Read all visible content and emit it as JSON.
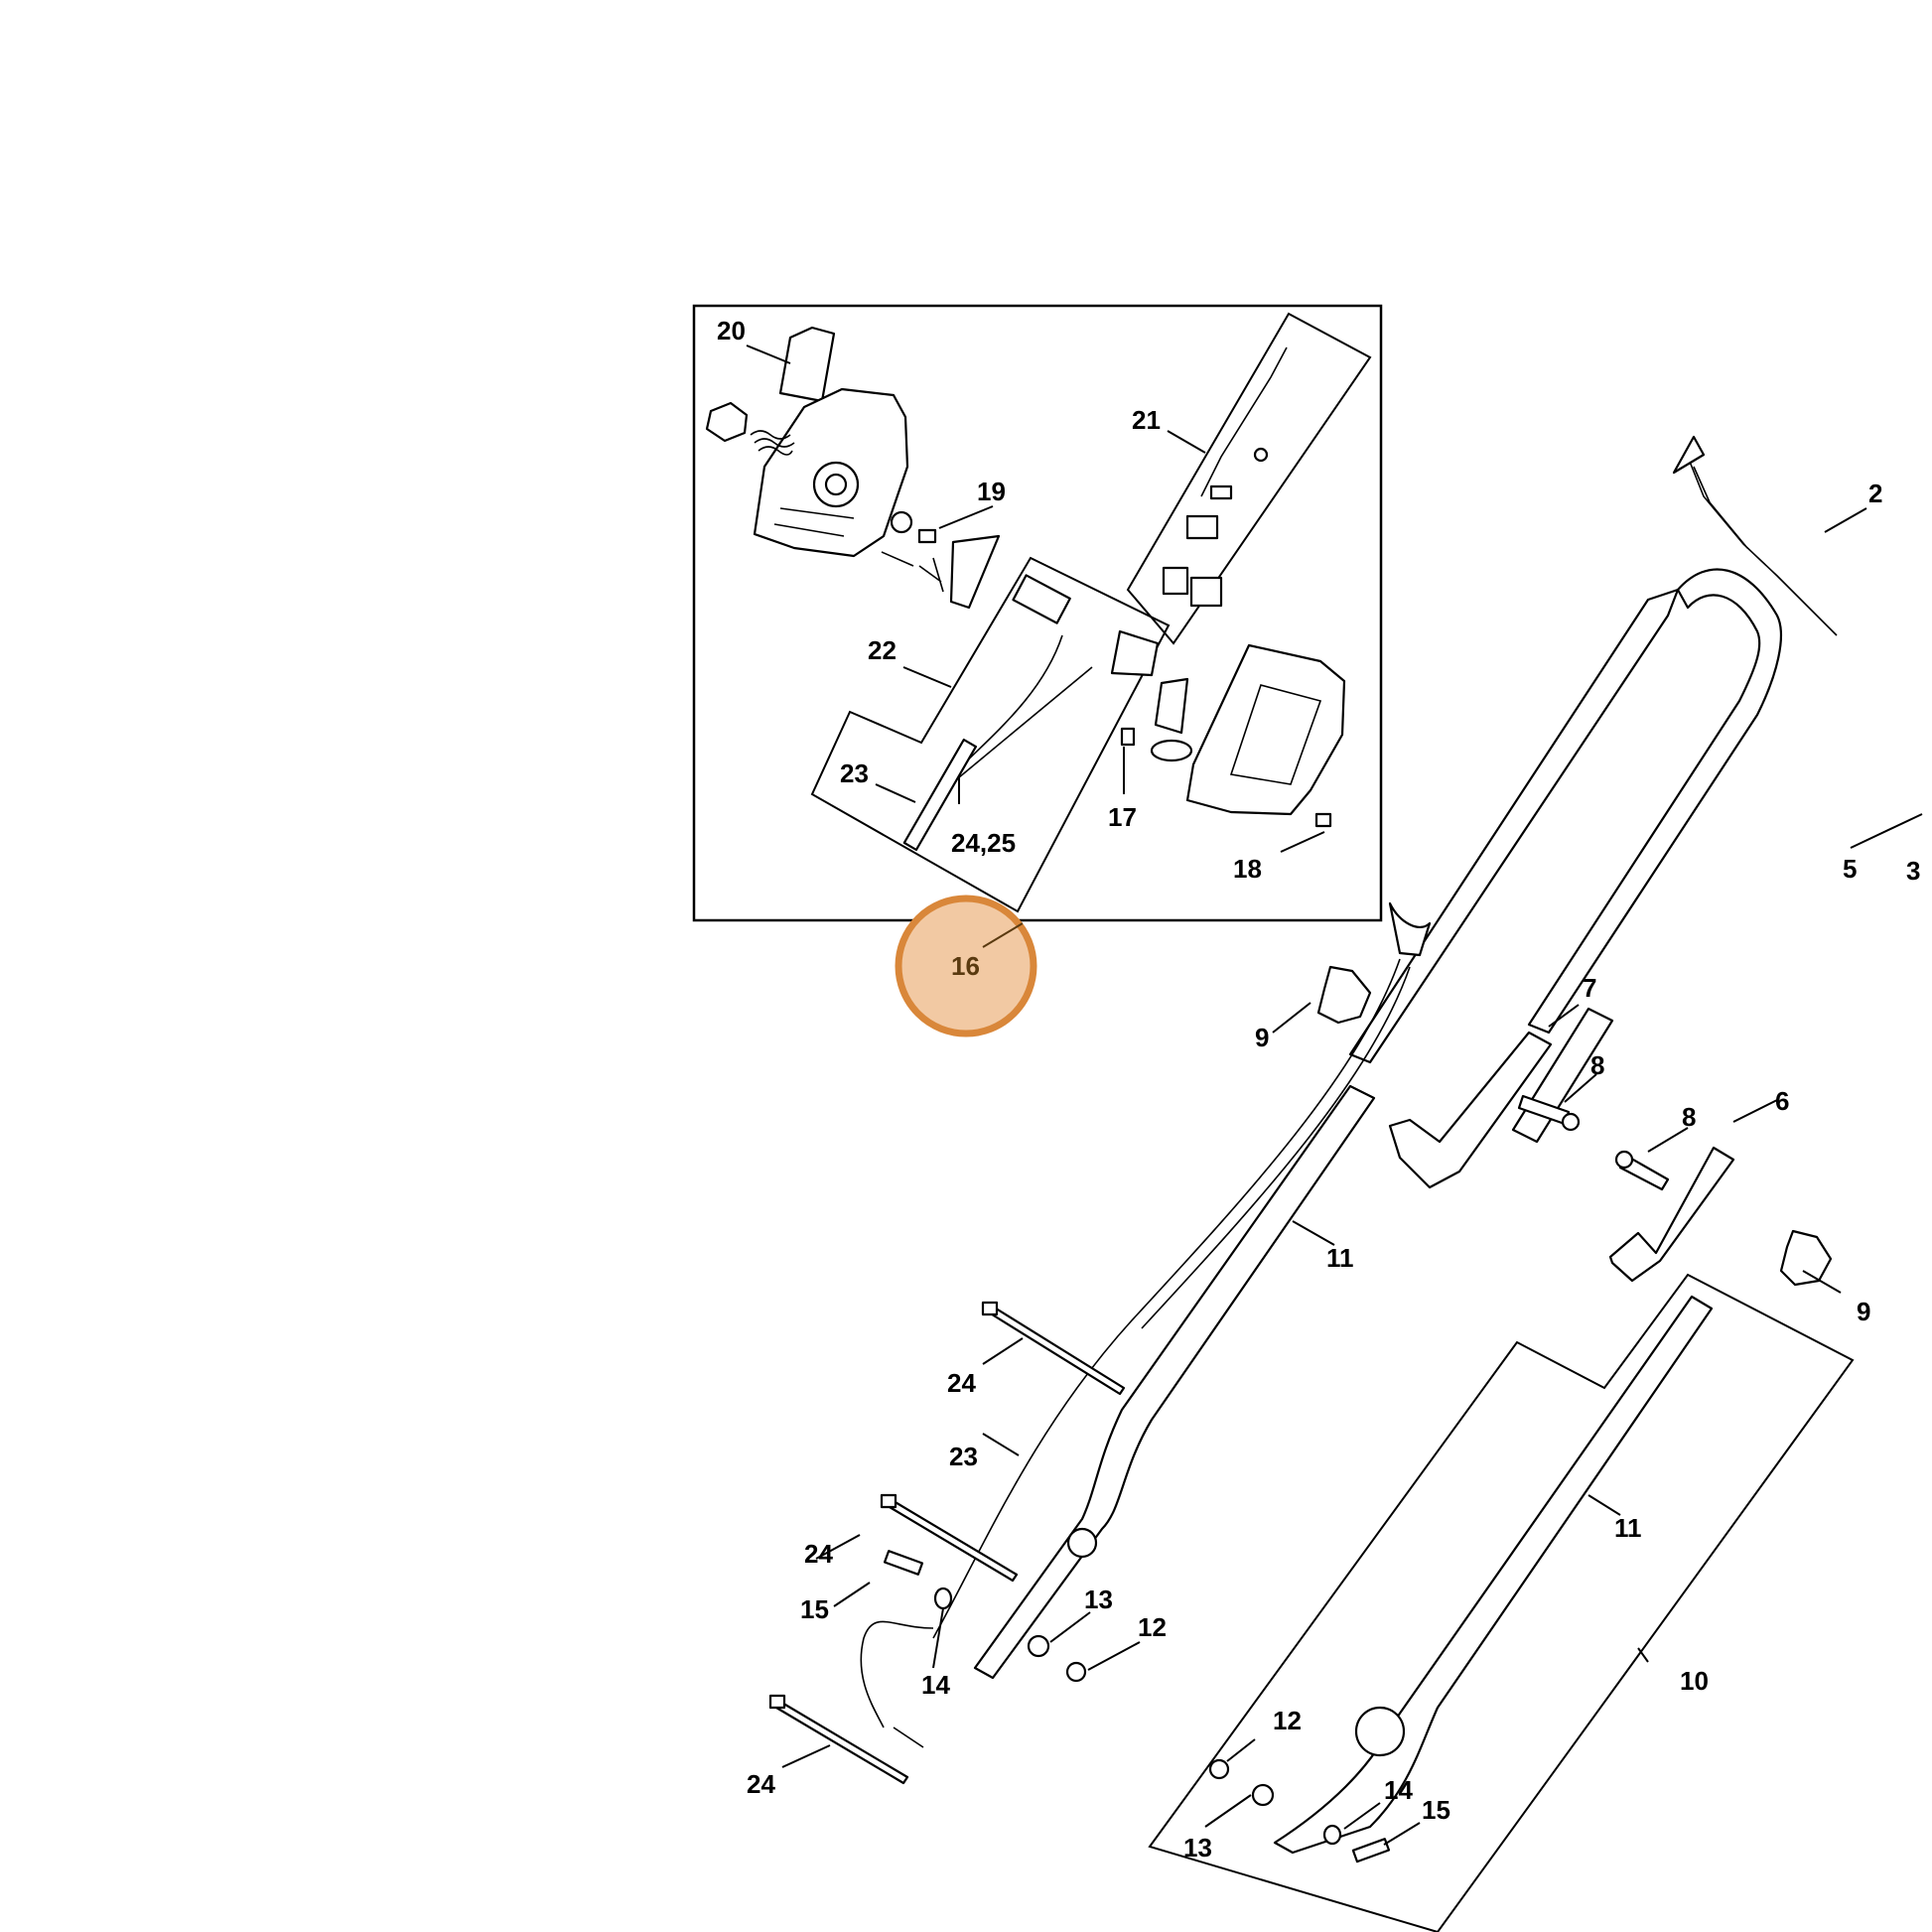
{
  "highlight": {
    "label": "16",
    "ring_color": "#d9873a",
    "fill_color": "#f2c9a3"
  },
  "labels": {
    "l2": "2",
    "l3": "3",
    "l5": "5",
    "l6": "6",
    "l7": "7",
    "l8a": "8",
    "l8b": "8",
    "l9a": "9",
    "l9b": "9",
    "l10": "10",
    "l11a": "11",
    "l11b": "11",
    "l12a": "12",
    "l12b": "12",
    "l13a": "13",
    "l13b": "13",
    "l14a": "14",
    "l14b": "14",
    "l15a": "15",
    "l15b": "15",
    "l17": "17",
    "l18": "18",
    "l19": "19",
    "l20": "20",
    "l21": "21",
    "l22": "22",
    "l23a": "23",
    "l23b": "23",
    "l24a": "24",
    "l24b": "24",
    "l24c": "24",
    "l2425": "24,25"
  }
}
